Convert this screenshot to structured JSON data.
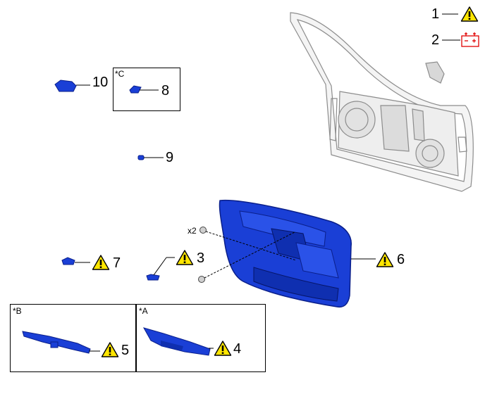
{
  "callouts": {
    "c1": "1",
    "c2": "2",
    "c3": "3",
    "c4": "4",
    "c5": "5",
    "c6": "6",
    "c7": "7",
    "c8": "8",
    "c9": "9",
    "c10": "10"
  },
  "boxes": {
    "a": "*A",
    "b": "*B",
    "c": "*C"
  },
  "qty": "x2",
  "colors": {
    "part": "#1a3fd6",
    "partDark": "#0a1f8a",
    "warningFill": "#ffe600",
    "battery": "#e00000",
    "doorFrame": "#9a9a9a"
  },
  "icons": [
    "warning-icon",
    "battery-icon"
  ]
}
